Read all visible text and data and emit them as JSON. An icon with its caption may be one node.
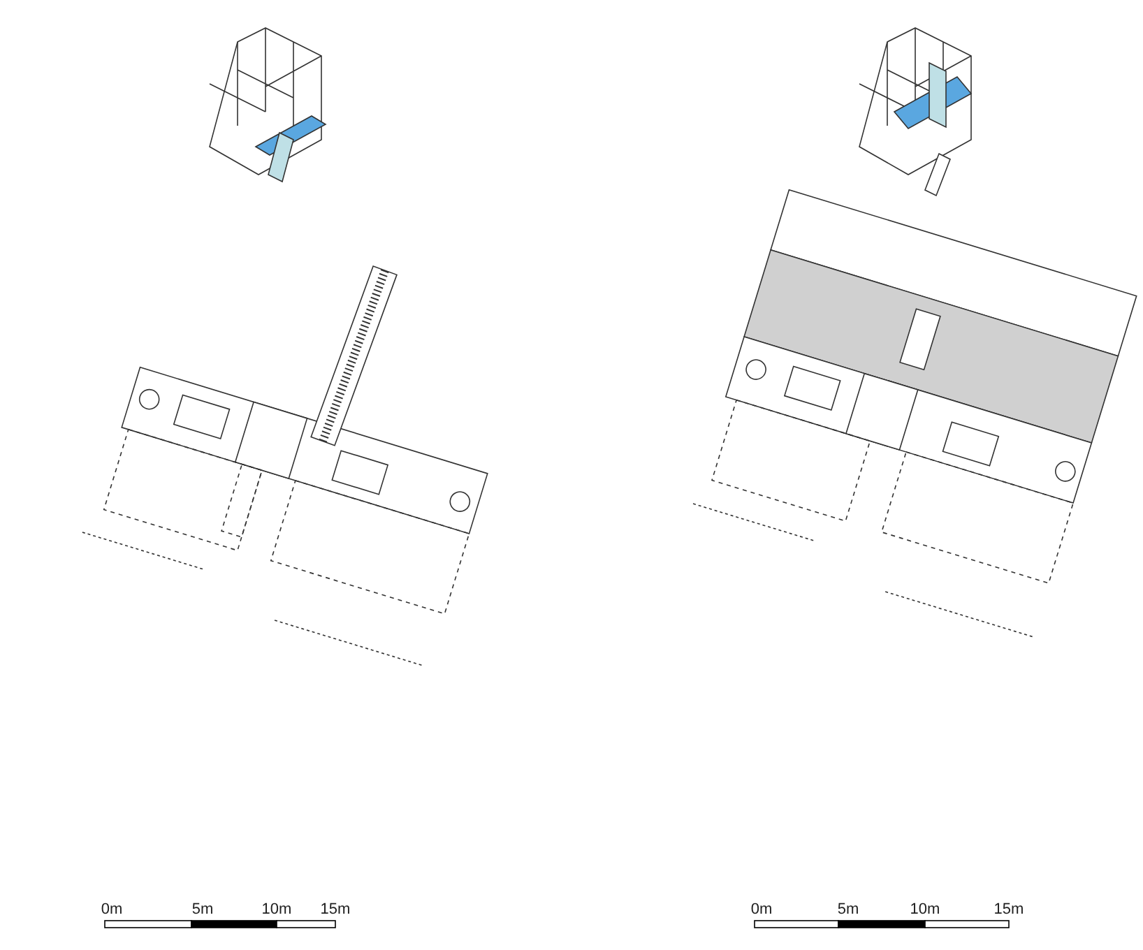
{
  "diagram": {
    "labels": [
      "0m",
      "5m",
      "10m",
      "15m",
      "0m",
      "5m",
      "10m",
      "15m"
    ]
  }
}
